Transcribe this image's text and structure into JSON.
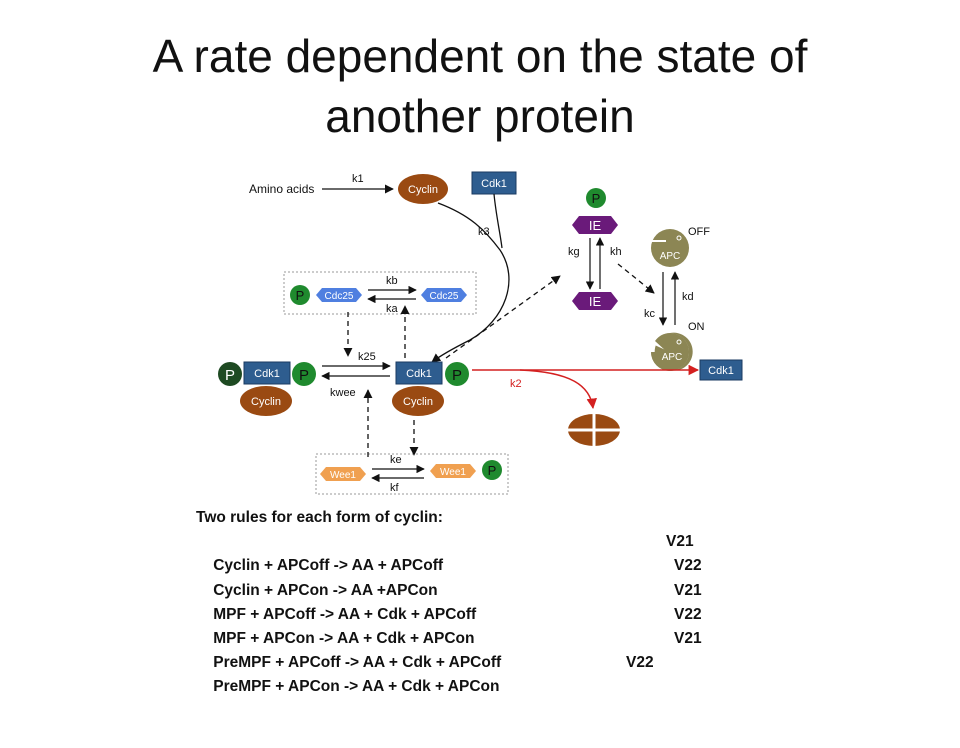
{
  "title_line1": "A rate dependent on the state of",
  "title_line2": "another protein",
  "diagram": {
    "amino_acids": "Amino acids",
    "cyclin": "Cyclin",
    "cdk1": "Cdk1",
    "cdc25": "Cdc25",
    "wee1": "Wee1",
    "ie": "IE",
    "apc": "APC",
    "p": "P",
    "off": "OFF",
    "on": "ON",
    "k1": "k1",
    "k3": "k3",
    "kb": "kb",
    "ka": "ka",
    "k25": "k25",
    "kwee": "kwee",
    "ke": "ke",
    "kf": "kf",
    "kg": "kg",
    "kh": "kh",
    "kc": "kc",
    "kd": "kd",
    "k2": "k2",
    "colors": {
      "cdk1": "#2e5d8f",
      "cyclin": "#9a4a12",
      "phospho": "#1f8a2e",
      "phospho_dark": "#1e4a22",
      "cdc25": "#4f7fe0",
      "wee1": "#f0a050",
      "ie": "#6a1a7a",
      "apc": "#8c8654",
      "red_arrow": "#d42020"
    }
  },
  "rules": {
    "header": "Two rules for each form of cyclin:",
    "items": [
      {
        "text": "Cyclin + APCoff -> AA + APCoff",
        "rate": "V21"
      },
      {
        "text": "Cyclin + APCon -> AA +APCon",
        "rate": "V22"
      },
      {
        "text": "MPF + APCoff -> AA + Cdk + APCoff",
        "rate": "V21"
      },
      {
        "text": "MPF + APCon -> AA + Cdk + APCon",
        "rate": "V22"
      },
      {
        "text": "PreMPF + APCoff -> AA + Cdk + APCoff",
        "rate": "V21"
      },
      {
        "text": "PreMPF + APCon -> AA + Cdk + APCon",
        "rate": "V22"
      }
    ]
  }
}
